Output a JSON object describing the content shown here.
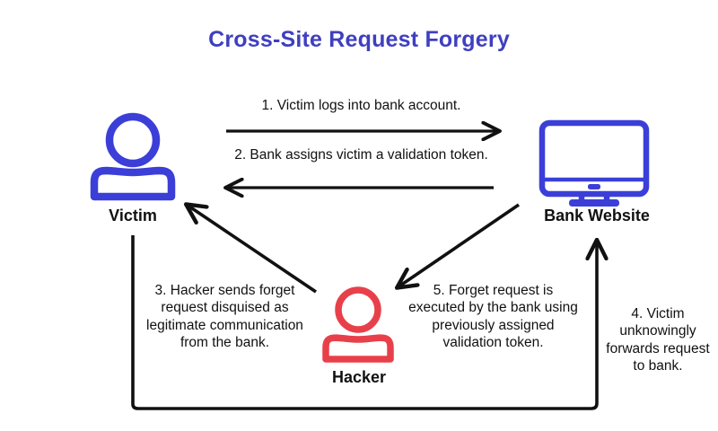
{
  "diagram": {
    "title": "Cross-Site Request Forgery",
    "background_color": "#ffffff",
    "title_color": "#3f3fc0",
    "line_color": "#111111",
    "nodes": [
      {
        "id": "victim",
        "label": "Victim",
        "icon": "person-icon",
        "color": "#3b3fd8"
      },
      {
        "id": "hacker",
        "label": "Hacker",
        "icon": "person-icon",
        "color": "#e8404a"
      },
      {
        "id": "bank-website",
        "label": "Bank Website",
        "icon": "monitor-icon",
        "color": "#3b3fd8"
      }
    ],
    "steps": [
      {
        "number": "1",
        "text": "1.  Victim logs into bank account.",
        "from": "victim",
        "to": "bank-website",
        "direction": "right"
      },
      {
        "number": "2",
        "text": "2. Bank assigns victim a validation token.",
        "from": "bank-website",
        "to": "victim",
        "direction": "left"
      },
      {
        "number": "3",
        "text": "3. Hacker sends forget request disquised as legitimate communication from the bank.",
        "from": "hacker",
        "to": "victim",
        "direction": "diagonal-up-left"
      },
      {
        "number": "4",
        "text": "4. Victim unknowingly forwards request to bank.",
        "from": "victim",
        "to": "bank-website",
        "direction": "up"
      },
      {
        "number": "5",
        "text": "5. Forget request is executed by the bank using previously assigned validation token.",
        "from": "bank-website",
        "to": "hacker",
        "direction": "diagonal-down-left"
      }
    ]
  }
}
